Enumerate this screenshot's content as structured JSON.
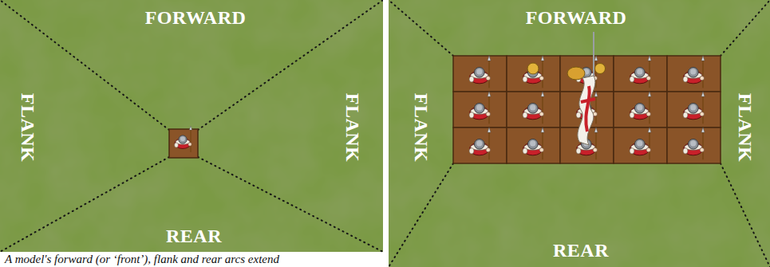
{
  "diagram": {
    "caption": "A model's forward (or ‘front’), flank and rear arcs extend",
    "labels": [
      "FORWARD",
      "FLANK",
      "FLANK",
      "REAR",
      "FORWARD",
      "FLANK",
      "FLANK",
      "REAR"
    ]
  }
}
